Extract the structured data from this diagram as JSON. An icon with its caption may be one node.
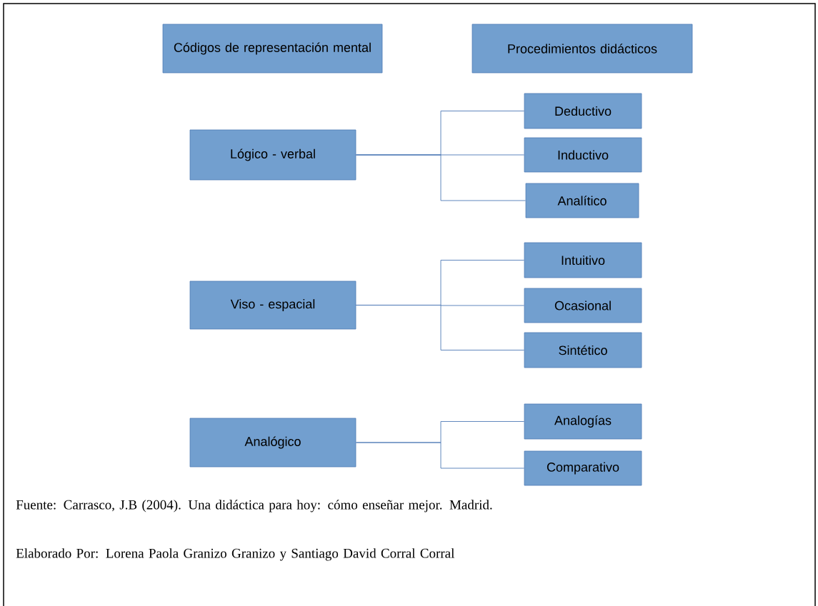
{
  "diagram": {
    "nodes": [
      {
        "text": [
          "Códigos de representación mental"
        ]
      },
      {
        "text": [
          "Procedimientos didácticos"
        ]
      },
      {
        "text": [
          "Lógico - verbal"
        ]
      },
      {
        "text": [
          "Deductivo"
        ]
      },
      {
        "text": [
          "Inductivo"
        ]
      },
      {
        "text": [
          "Analítico"
        ]
      },
      {
        "text": [
          "Viso - espacial"
        ]
      },
      {
        "text": [
          "Intuitivo"
        ]
      },
      {
        "text": [
          "Ocasional"
        ]
      },
      {
        "text": [
          "Sintético"
        ]
      },
      {
        "text": [
          "Analógico"
        ]
      },
      {
        "text": [
          "Analogías"
        ]
      },
      {
        "text": [
          "Comparativo"
        ]
      }
    ],
    "edges": [
      {
        "from": 2,
        "to": 3,
        "arrow": "none"
      },
      {
        "from": 2,
        "to": 4,
        "arrow": "none"
      },
      {
        "from": 2,
        "to": 5,
        "arrow": "none"
      },
      {
        "from": 6,
        "to": 7,
        "arrow": "none"
      },
      {
        "from": 6,
        "to": 8,
        "arrow": "none"
      },
      {
        "from": 6,
        "to": 9,
        "arrow": "none"
      },
      {
        "from": 10,
        "to": 11,
        "arrow": "none"
      },
      {
        "from": 10,
        "to": 12,
        "arrow": "none"
      }
    ],
    "labels": [
      "Fuente: Carrasco, J.B (2004). Una didáctica para hoy: cómo enseñar mejor. Madrid.",
      "Elaborado Por: Lorena Paola Granizo Granizo y Santiago David Corral Corral"
    ]
  }
}
